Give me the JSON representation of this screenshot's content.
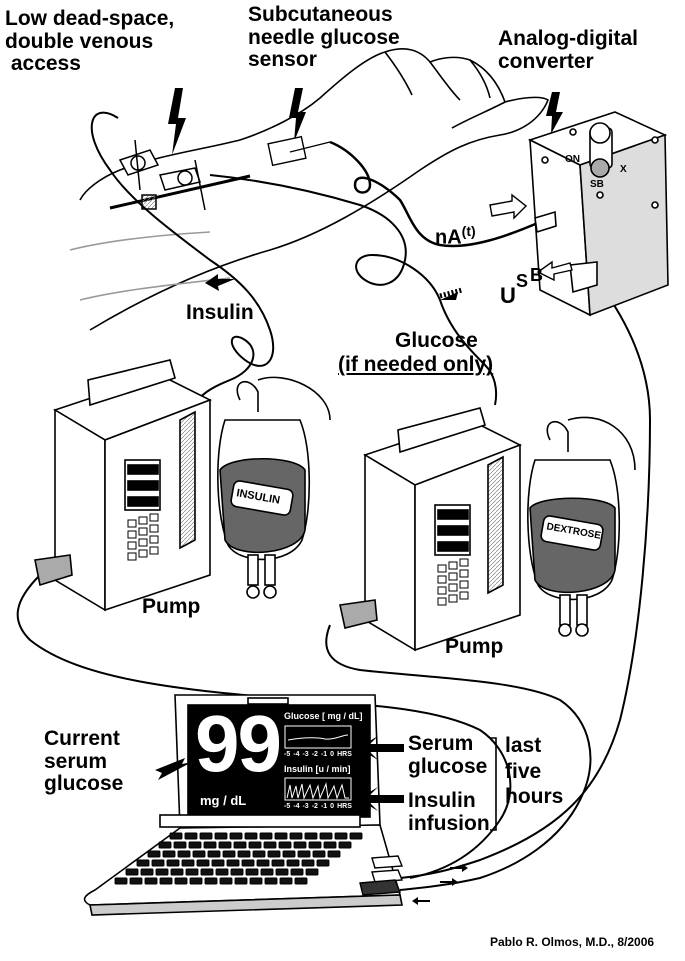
{
  "labels": {
    "access": "Low dead-space,\ndouble venous\n access",
    "sensor": "Subcutaneous\nneedle glucose\nsensor",
    "converter": "Analog-digital\nconverter",
    "switch_on": "ON",
    "switch_sb": "SB",
    "switch_x": "X",
    "na": "nA",
    "na_sup": "(t)",
    "usb": "U",
    "usb_s": "S",
    "usb_b": "B",
    "insulin_line": "Insulin",
    "glucose_line": "Glucose",
    "glucose_note": "(if needed only)",
    "bag_insulin": "INSULIN",
    "bag_dextrose": "DEXTROSE",
    "pump_left": "Pump",
    "pump_right": "Pump",
    "current": "Current\nserum\nglucose",
    "serum": "Serum\nglucose",
    "infusion": "Insulin\ninfusion",
    "last": "last\nfive\nhours",
    "credit": "Pablo R. Olmos, M.D., 8/2006"
  },
  "screen": {
    "value": "99",
    "unit": "mg / dL",
    "glucose_title": "Glucose [ mg / dL]",
    "insulin_title": "Insulin [u / min]",
    "axis_ticks": [
      "-5",
      "-4",
      "-3",
      "-2",
      "-1",
      "0"
    ],
    "axis_unit": "HRS"
  }
}
